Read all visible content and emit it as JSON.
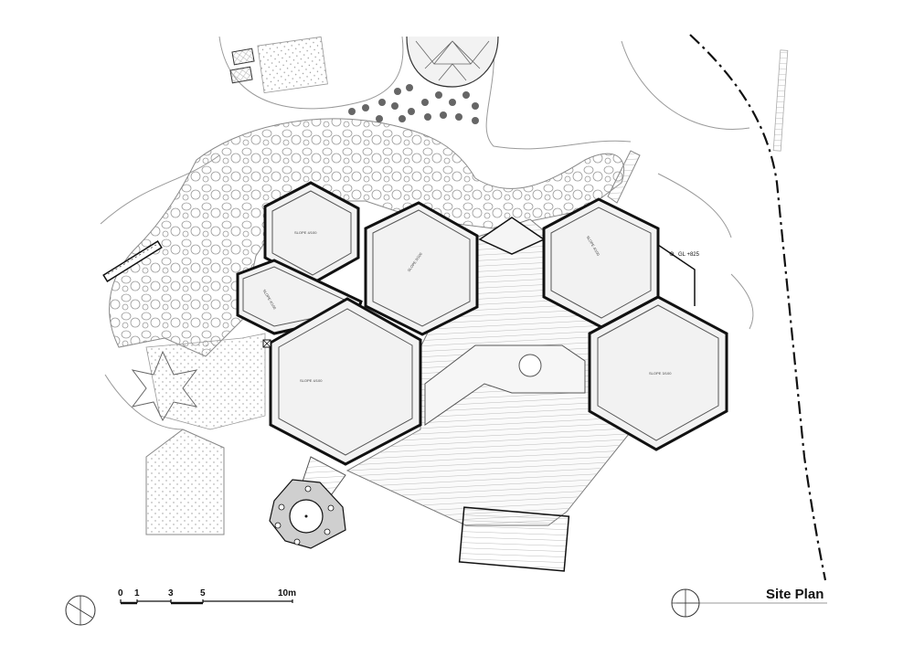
{
  "title": "Site Plan",
  "scale_bar": {
    "ticks": [
      "0",
      "1",
      "3",
      "5",
      "10m"
    ]
  },
  "level_mark": "GL +825",
  "room_labels": [
    "SLOPE 4/100",
    "SLOPE 3/100",
    "SLOPE 4/100",
    "SLOPE 4/100",
    "SLOPE 4/100",
    "SLOPE 3/100"
  ]
}
